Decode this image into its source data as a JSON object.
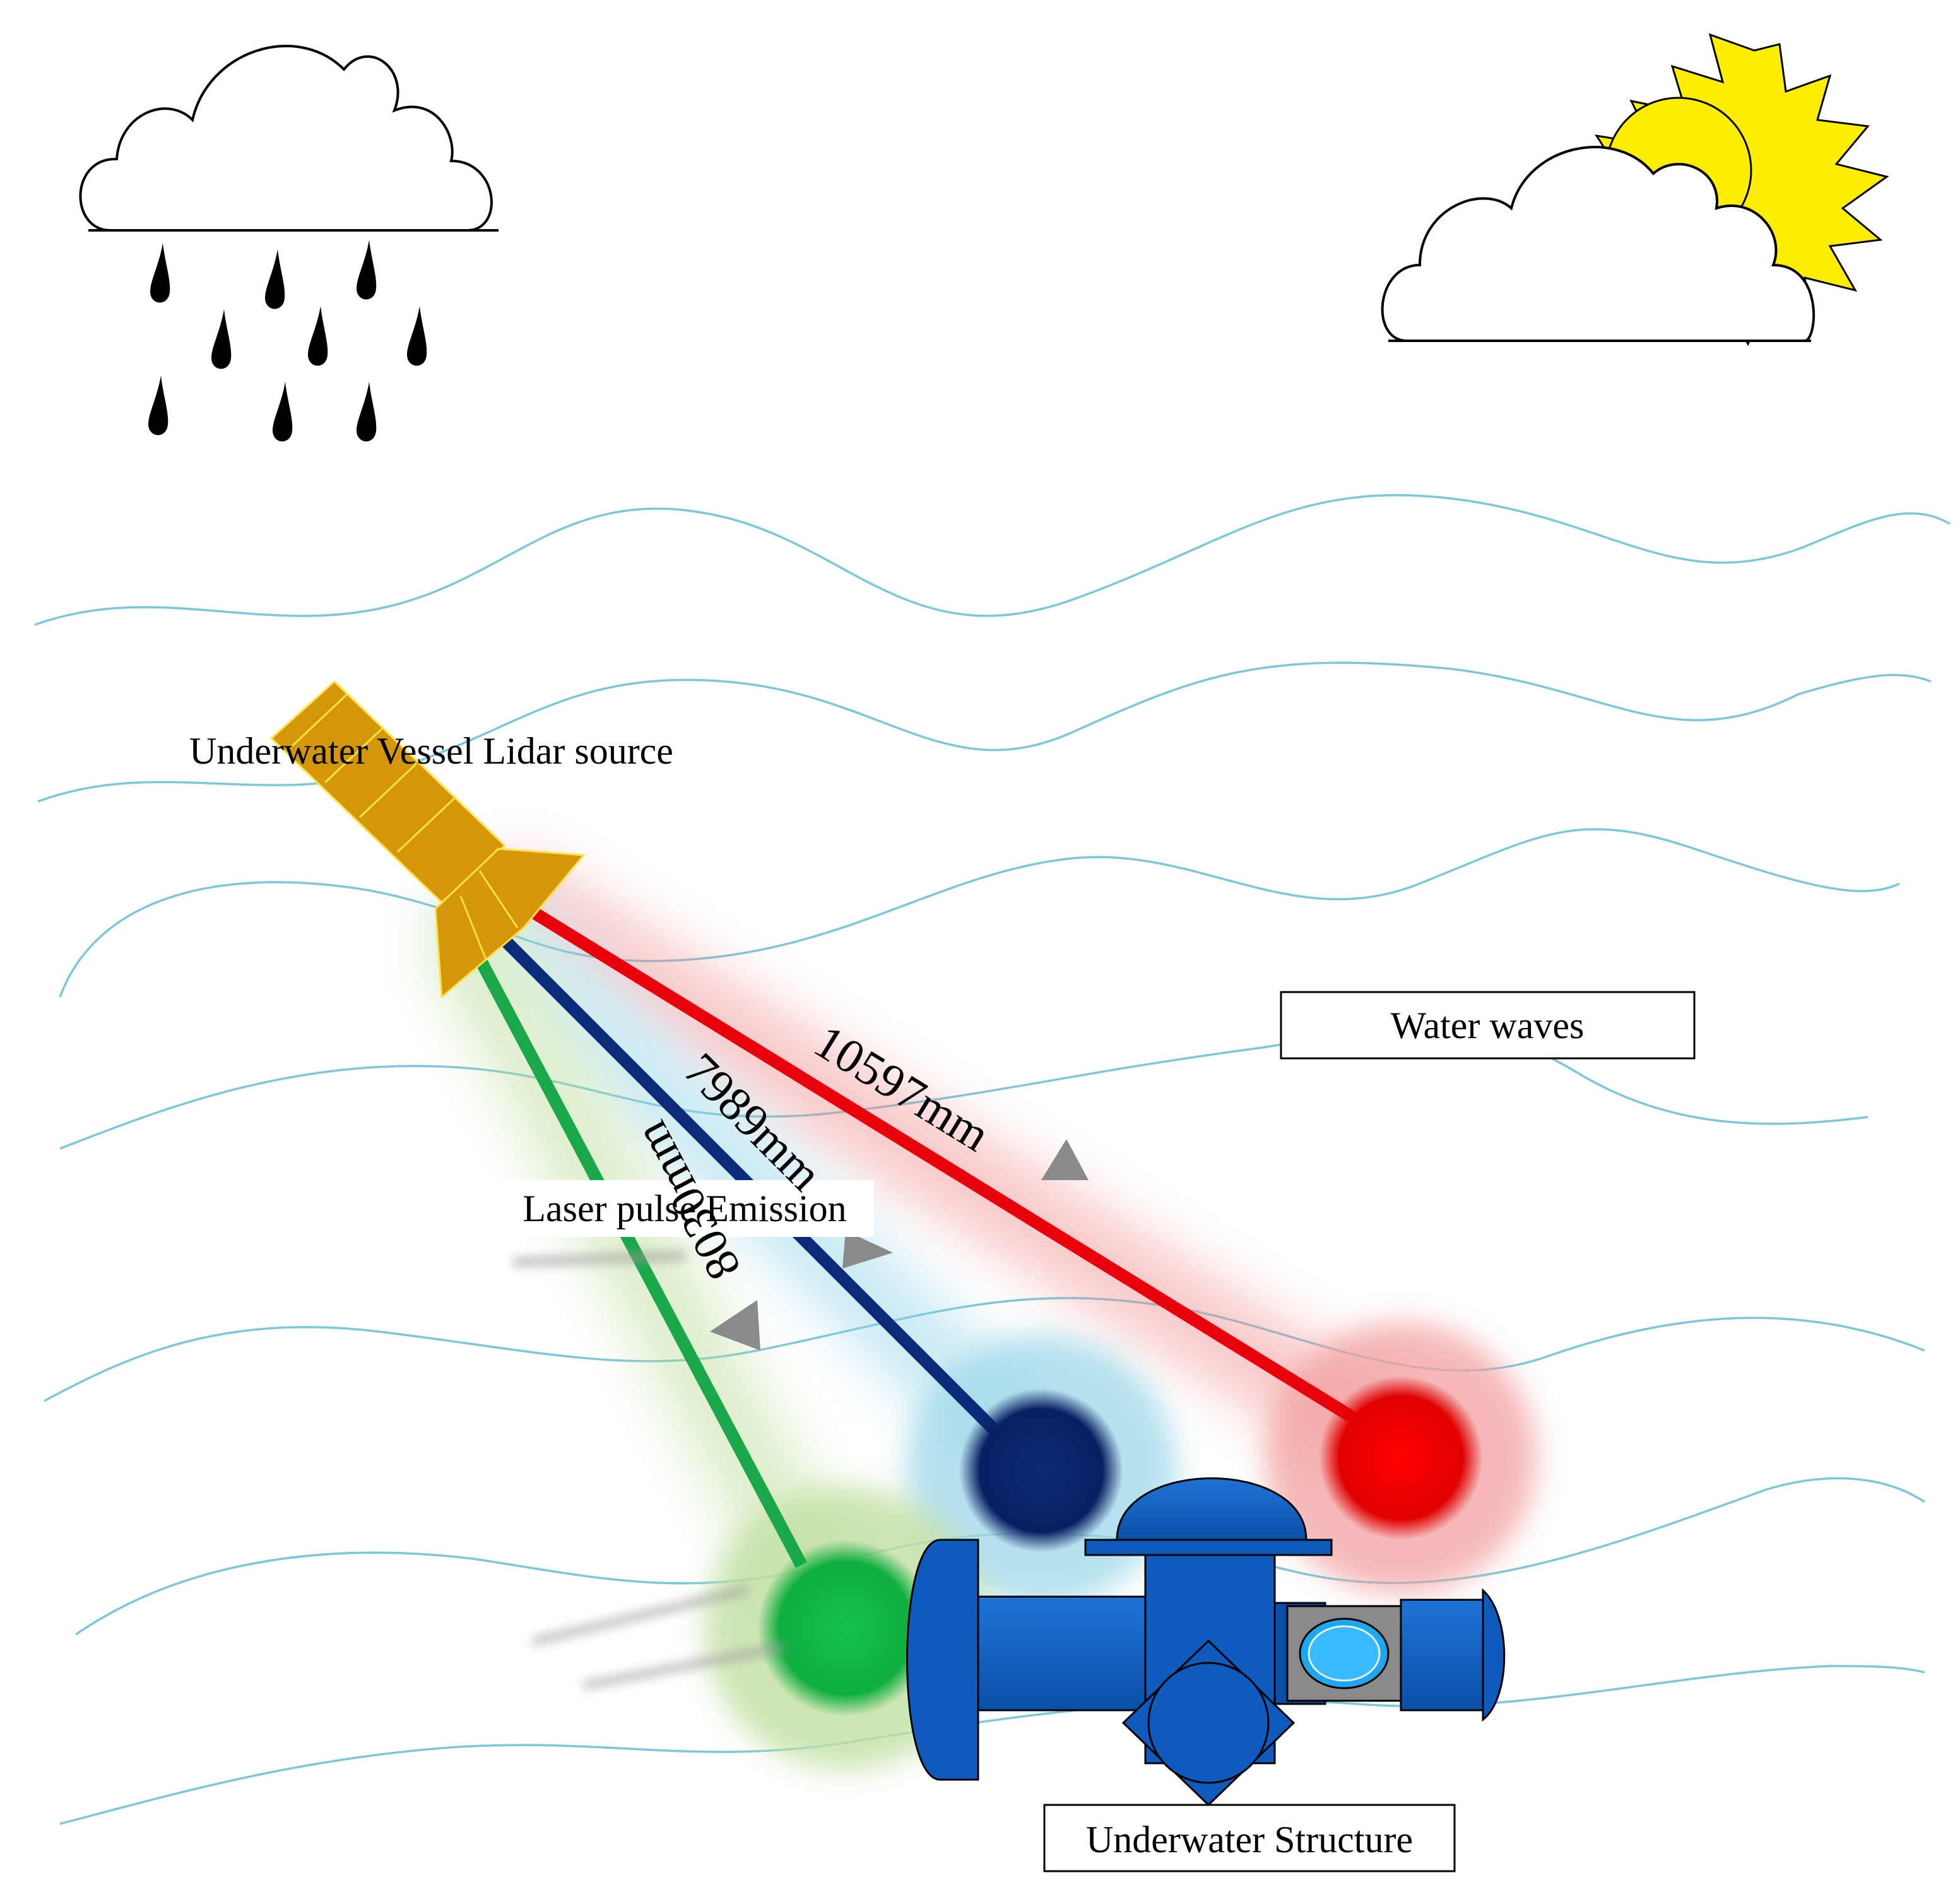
{
  "labels": {
    "lidar_source": "Underwater Vessel Lidar source",
    "water_waves": "Water waves",
    "laser_pulse": "Laser pulse Emission",
    "structure": "Underwater Structure"
  },
  "beams": {
    "red": {
      "distance": "10597mm",
      "color": "#e8000b"
    },
    "blue": {
      "distance": "7989mm",
      "color": "#0a2a7a"
    },
    "green": {
      "distance": "8030mm",
      "color": "#1aa84a"
    }
  },
  "colors": {
    "lidar_body": "#d4960a",
    "lidar_edge": "#ffe24a",
    "wave_line": "#7cc7d9",
    "structure_blue": "#0e5bbd",
    "sun_yellow": "#ffee00"
  },
  "icons": {
    "rain_cloud": "rain-cloud-icon",
    "sun_cloud": "sun-cloud-icon",
    "structure": "underwater-structure-icon",
    "lidar": "lidar-source-icon"
  }
}
